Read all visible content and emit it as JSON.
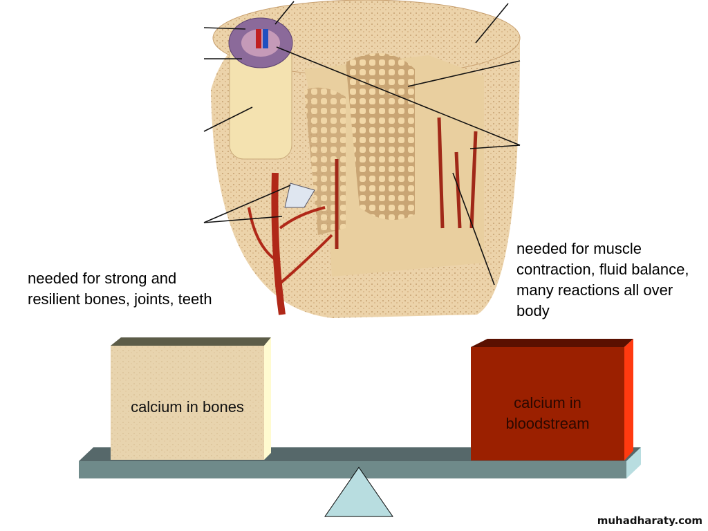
{
  "notes": {
    "left": "needed for strong and resilient bones, joints, teeth",
    "right": "needed for muscle contraction, fluid balance, many reactions all over body"
  },
  "boxes": {
    "bones": "calcium in bones",
    "bloodstream": "calcium in bloodstream"
  },
  "colors": {
    "bone_box": "#e6d5b0",
    "blood_box": "#9b2000",
    "beam": "#6f8a8a",
    "fulcrum": "#b8dde0"
  },
  "watermark": "muhadharaty.com"
}
